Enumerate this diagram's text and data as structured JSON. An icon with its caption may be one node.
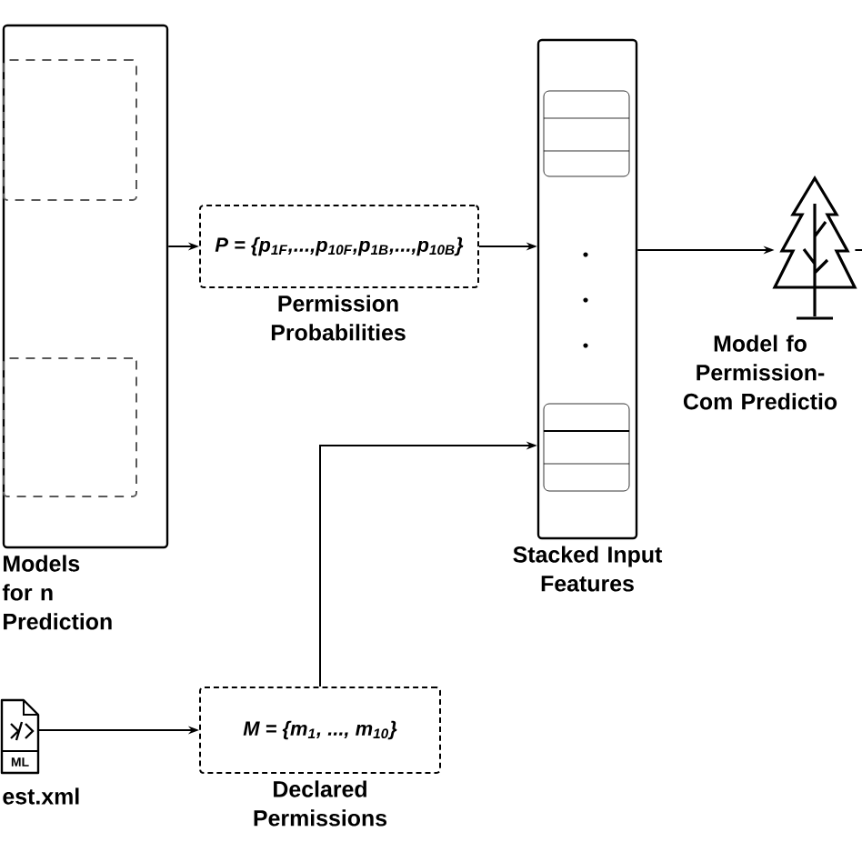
{
  "diagram": {
    "nodes": [
      {
        "text": [
          "Models for n Prediction"
        ]
      },
      {
        "text": [],
        "shape": "box",
        "in": 0
      },
      {
        "text": [],
        "shape": "box",
        "in": 0
      },
      {
        "text": [
          "P = {p$_{1F}$,...,p$_{10F}$,p$_{1B}$,...,p$_{10B}$}",
          "Permission Probabilities"
        ]
      },
      {
        "text": [
          "Stacked Input Features"
        ]
      },
      {
        "text": [
          "Model fo Permission-Com Predictio"
        ]
      },
      {
        "text": [
          "est.xml"
        ]
      },
      {
        "text": [
          "M = {m$_{1}$, ..., m$_{10}$}",
          "Declared Permissions"
        ]
      }
    ],
    "edges": [
      {
        "from": 0,
        "to": 3,
        "arrow": "to"
      },
      {
        "from": 3,
        "to": 4,
        "arrow": "to"
      },
      {
        "from": 4,
        "to": 5,
        "arrow": "to"
      },
      {
        "from": 5,
        "to": null,
        "arrow": "none"
      },
      {
        "from": 6,
        "to": 7,
        "arrow": "to"
      },
      {
        "from": 7,
        "to": 4,
        "arrow": "to"
      }
    ],
    "labels": [
      "ML"
    ]
  }
}
